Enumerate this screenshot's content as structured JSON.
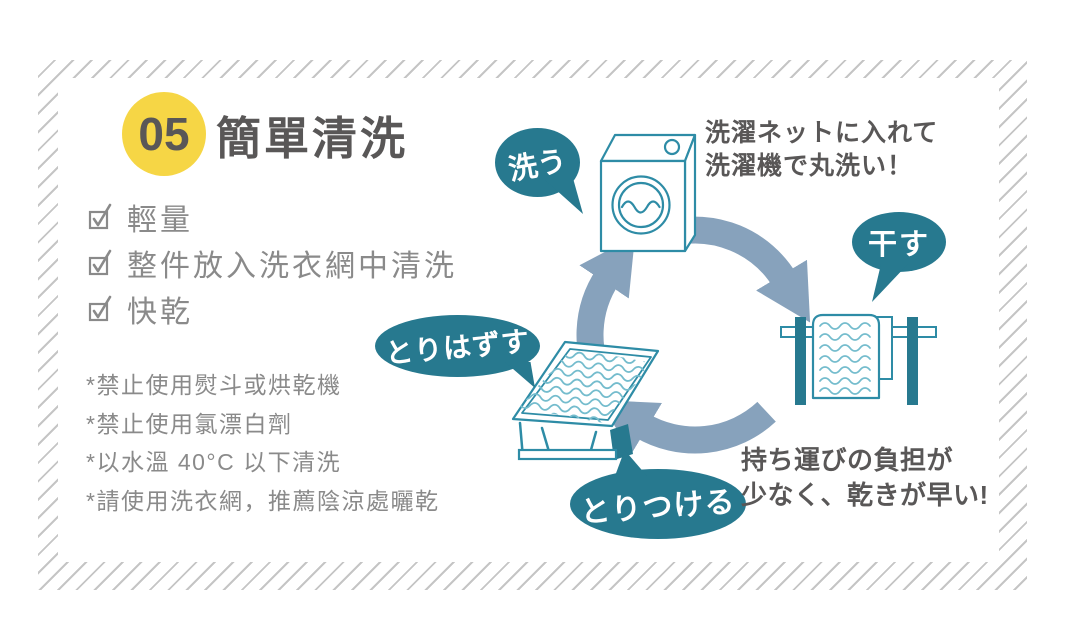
{
  "header": {
    "badge": "05",
    "title": "簡單清洗"
  },
  "features": {
    "items": [
      "輕量",
      "整件放入洗衣網中清洗",
      "快乾"
    ]
  },
  "notes": {
    "items": [
      "*禁止使用熨斗或烘乾機",
      "*禁止使用氯漂白劑",
      "*以水溫 40°C 以下清洗",
      "*請使用洗衣網，推薦陰涼處曬乾"
    ]
  },
  "cycle": {
    "bubbles": {
      "wash": "洗う",
      "dry": "干す",
      "detach": "とりはずす",
      "attach": "とりつける"
    },
    "caption_wash": {
      "line1": "洗濯ネットに入れて",
      "line2": "洗濯機で丸洗い！"
    },
    "caption_dry": {
      "line1": "持ち運びの負担が",
      "line2": "少なく、乾きが早い!"
    }
  },
  "colors": {
    "teal": "#27798F",
    "teal_outline": "#2E8CA6",
    "teal_wave": "#74BCCD",
    "arrow_blue": "#87A2BC",
    "yellow": "#F6D645",
    "text_dark": "#595757",
    "text_gray": "#8A8A8A",
    "hatch_gray": "#C5C5C5"
  }
}
